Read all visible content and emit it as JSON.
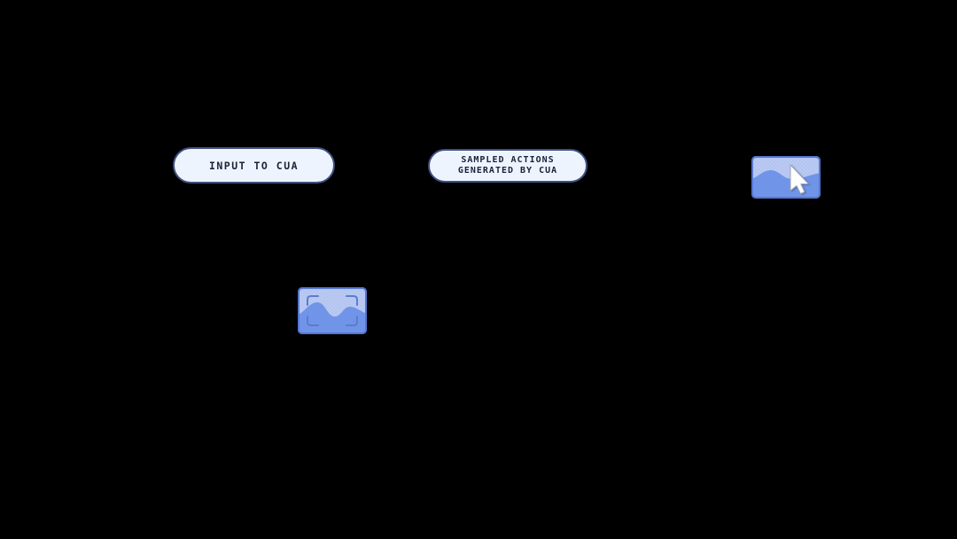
{
  "diagram": {
    "title": "CUA input and sampled actions flow",
    "nodes": {
      "input_pill": {
        "label": "INPUT TO CUA"
      },
      "sampled_pill": {
        "label_line1": "SAMPLED ACTIONS",
        "label_line2": "GENERATED BY CUA"
      },
      "screenshot_icon": {
        "name": "screenshot-crop-image-icon",
        "depicts": "image thumbnail with crop frame corners and wave"
      },
      "action_icon": {
        "name": "cursor-click-image-icon",
        "depicts": "image thumbnail with mouse cursor and wave"
      }
    }
  },
  "colors": {
    "canvas_background": "#000000",
    "pill_background": "#eef4fe",
    "pill_border": "#3f5180",
    "pill_text": "#18223a",
    "icon_border": "#5577d2",
    "icon_fill": "#b3c4ef",
    "icon_dot": "#c3d1f5",
    "icon_wave": "#7094e8",
    "icon_bracket": "#5d7bd0",
    "cursor_fill": "#ffffff",
    "cursor_outline": "#9aa3b5"
  }
}
